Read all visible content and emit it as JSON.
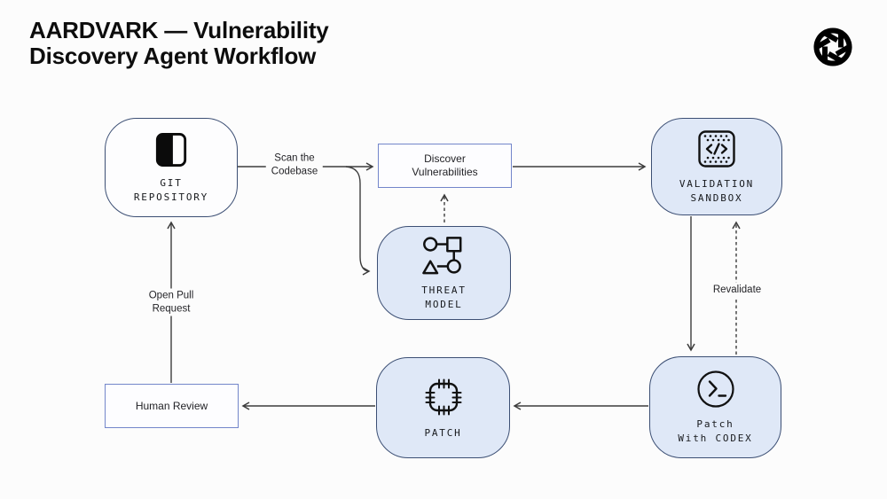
{
  "header": {
    "title": "AARDVARK — Vulnerability\nDiscovery Agent Workflow"
  },
  "logo": {
    "name": "openai-logo"
  },
  "nodes": {
    "git_repository": {
      "label": "GIT\nREPOSITORY",
      "icon": "repository-icon"
    },
    "discover_vulnerabilities": {
      "label": "Discover\nVulnerabilities"
    },
    "validation_sandbox": {
      "label": "VALIDATION\nSANDBOX",
      "icon": "code-sandbox-icon"
    },
    "threat_model": {
      "label": "THREAT\nMODEL",
      "icon": "threat-graph-icon"
    },
    "patch_with_codex": {
      "label": "Patch\nWith CODEX",
      "icon": "terminal-icon"
    },
    "patch": {
      "label": "PATCH",
      "icon": "patch-stitch-icon"
    },
    "human_review": {
      "label": "Human Review"
    }
  },
  "edge_labels": {
    "scan_codebase": "Scan the\nCodebase",
    "open_pull_request": "Open Pull\nRequest",
    "revalidate": "Revalidate"
  },
  "colors": {
    "background": "#fcfcfc",
    "node_fill": "#dfe8f7",
    "node_border": "#3c4f74",
    "box_border": "#7386ca",
    "arrow": "#3c3c3c",
    "title_text": "#0d0d0d"
  }
}
